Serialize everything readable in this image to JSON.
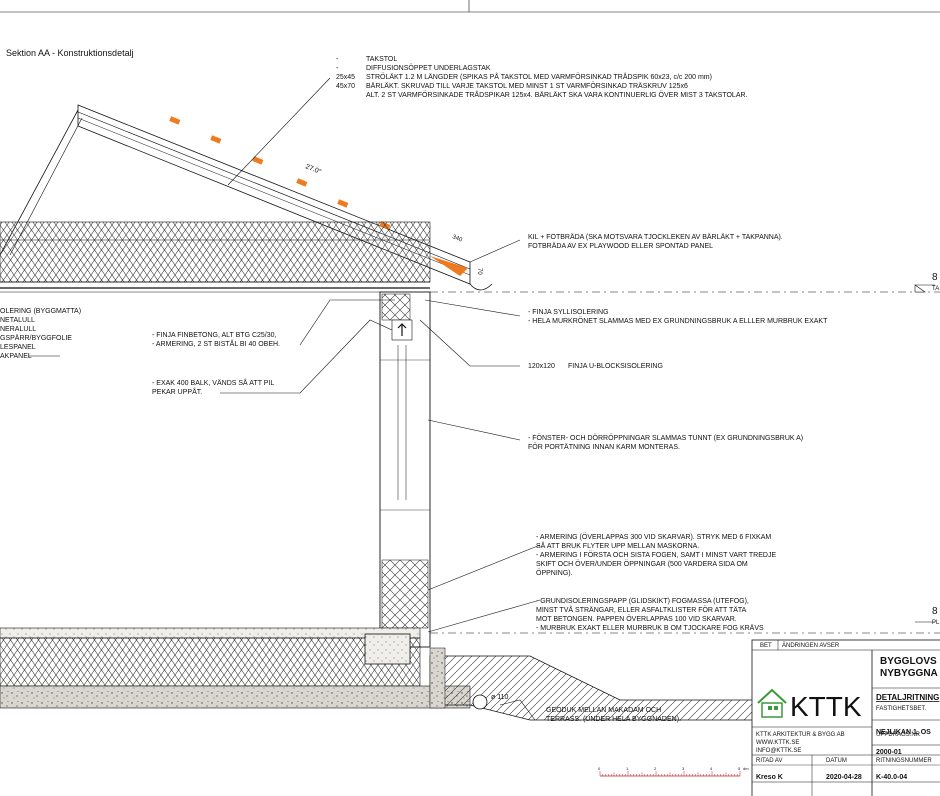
{
  "section_title": "Sektion AA - Konstruktionsdetalj",
  "roof_notes": {
    "codes": [
      "-",
      "-",
      "25x45",
      "45x70",
      "",
      ""
    ],
    "lines": [
      "TAKSTOL",
      "DIFFUSIONSÖPPET UNDERLAGSTAK",
      "STRÖLÄKT 1.2 M LÄNGDER (SPIKAS PÅ TAKSTOL MED VARMFÖRSINKAD TRÅDSPIK 60x23, c/c 200 mm)",
      "BÄRLÄKT. SKRUVAD TILL VARJE TAKSTOL MED MINST 1 ST VARMFÖRSINKAD TRÄSKRUV 125x6",
      "ALT. 2 ST VARMFÖRSINKADE TRÅDSPIKAR 125x4. BÄRLÄKT SKA VARA KONTINUERLIG ÖVER MIST 3 TAKSTOLAR."
    ]
  },
  "angle_label": "27.0°",
  "dim_labels": [
    "340",
    "70"
  ],
  "kil_note": [
    "KIL + FOTBRÄDA (SKA MOTSVARA TJOCKLEKEN AV BÄRLÄKT + TAKPANNA).",
    "FOTBRÄDA AV EX PLAYWOOD ELLER SPONTAD PANEL"
  ],
  "left_layers": [
    "OLERING (BYGGMATTA)",
    "NETALULL",
    "NERALULL",
    "GSPÄRR/BYGGFOLIE",
    "LESPANEL",
    "AKPANEL"
  ],
  "beam_note": [
    "-   FINJA FINBETONG, ALT BTG C25/30,",
    "-   ARMERING, 2 ST BISTÅL BI 40 OBEH."
  ],
  "exak_note": [
    "-   EXAK 400 BALK, VÄNDS SÅ ATT PIL",
    "     PEKAR UPPÅT."
  ],
  "sill_note": [
    "-   FINJA SYLLISOLERING",
    "-   HELA MURKRÖNET SLAMMAS MED EX GRUNDNINGSBRUK A ELLLER MURBRUK EXAKT"
  ],
  "ublock_note": {
    "code": "120x120",
    "text": "FINJA U-BLOCKSISOLERING"
  },
  "window_note": [
    "-   FÖNSTER- OCH DÖRRÖPPNINGAR SLAMMAS TUNNT (EX GRUNDNINGSBRUK A)",
    "    FÖR PORTÄTNING INNAN KARM MONTERAS."
  ],
  "armering_note": [
    "-   ARMERING (ÖVERLAPPAS 300 VID SKARVAR). STRYK MED 6 FIXKAM",
    "     SÅ ATT BRUK FLYTER UPP MELLAN MASKORNA.",
    "-   ARMERING I FÖRSTA OCH SISTA FOGEN, SAMT I MINST VART TREDJE",
    "     SKIFT OCH ÖVER/UNDER ÖPPNINGAR (500 VARDERA SIDA OM",
    "     ÖPPNING)."
  ],
  "grund_note": [
    "-   GRUNDISOLERINGSPAPP (GLIDSKIKT) FOGMASSA (UTEFOG),",
    "     MINST TVÅ STRÄNGAR, ELLER ASFALTKLISTER FÖR ATT TÄTA",
    "     MOT BETONGEN. PAPPEN ÖVERLAPPAS 100 VID SKARVAR.",
    "-   MURBRUK EXAKT ELLER MURBRUK B OM TJOCKARE FOG KRÄVS"
  ],
  "drain_label": "ø 110",
  "geoduk_note": [
    "GEODUK MELLAN MAKADAM OCH",
    "TERRASS. (UNDER HELA BYGGNADEN)."
  ],
  "section_marks": {
    "top_num": "8",
    "top_sub": "TA",
    "bot_num": "8",
    "bot_sub": "PL"
  },
  "title_block": {
    "bet": "BET",
    "changes": "ÄNDRINGEN AVSER",
    "main_title_1": "BYGGLOVS",
    "main_title_2": "NYBYGGNA",
    "logo_text": "KTTK",
    "drawing_type": "DETALJRITNING",
    "property_label": "FASTIGHETSBET.",
    "property_value": "NEJLIKAN 1, OS",
    "company_1": "KTTK ARKITEKTUR & BYGG AB",
    "company_2": "WWW.KTTK.SE",
    "company_3": "INFO@KTTK.SE",
    "order_label": "UPPDRAGS.NR",
    "order_value": "2000-01",
    "drawn_label": "RITAD AV",
    "date_label": "DATUM",
    "drawing_no_label": "RITNINGSNUMMER",
    "drawn_value": "Kreso K",
    "date_value": "2020-04-28",
    "drawing_no_value": "K-40.0-04",
    "scale_nums": [
      "0",
      "1",
      "2",
      "3",
      "4",
      "5"
    ],
    "scale_unit": "dm"
  },
  "colors": {
    "batten": "#f07a1e",
    "gravel_fill": "#d8d4cc",
    "line": "#111111",
    "logo_green": "#3b9a3b"
  }
}
